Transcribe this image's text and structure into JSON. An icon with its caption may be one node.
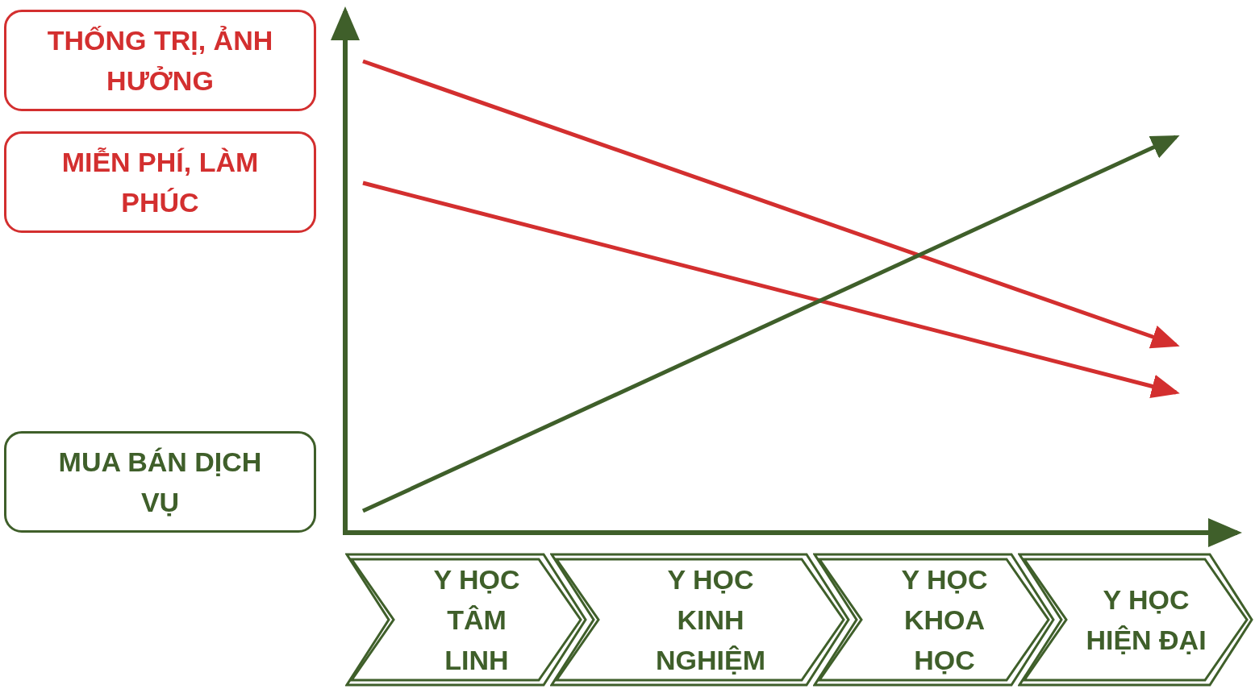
{
  "diagram": {
    "nodes": [
      {
        "text": [
          "THỐNG TRỊ, ẢNH HƯỞNG"
        ]
      },
      {
        "text": [
          "MIỄN PHÍ, LÀM PHÚC"
        ]
      },
      {
        "text": [
          "MUA BÁN DỊCH VỤ"
        ]
      },
      {
        "text": [
          "Y HỌC TÂM LINH"
        ]
      },
      {
        "text": [
          "Y HỌC KINH NGHIỆM"
        ]
      },
      {
        "text": [
          "Y HỌC KHOA HỌC"
        ]
      },
      {
        "text": [
          "Y HỌC HIỆN ĐẠI"
        ]
      }
    ]
  }
}
